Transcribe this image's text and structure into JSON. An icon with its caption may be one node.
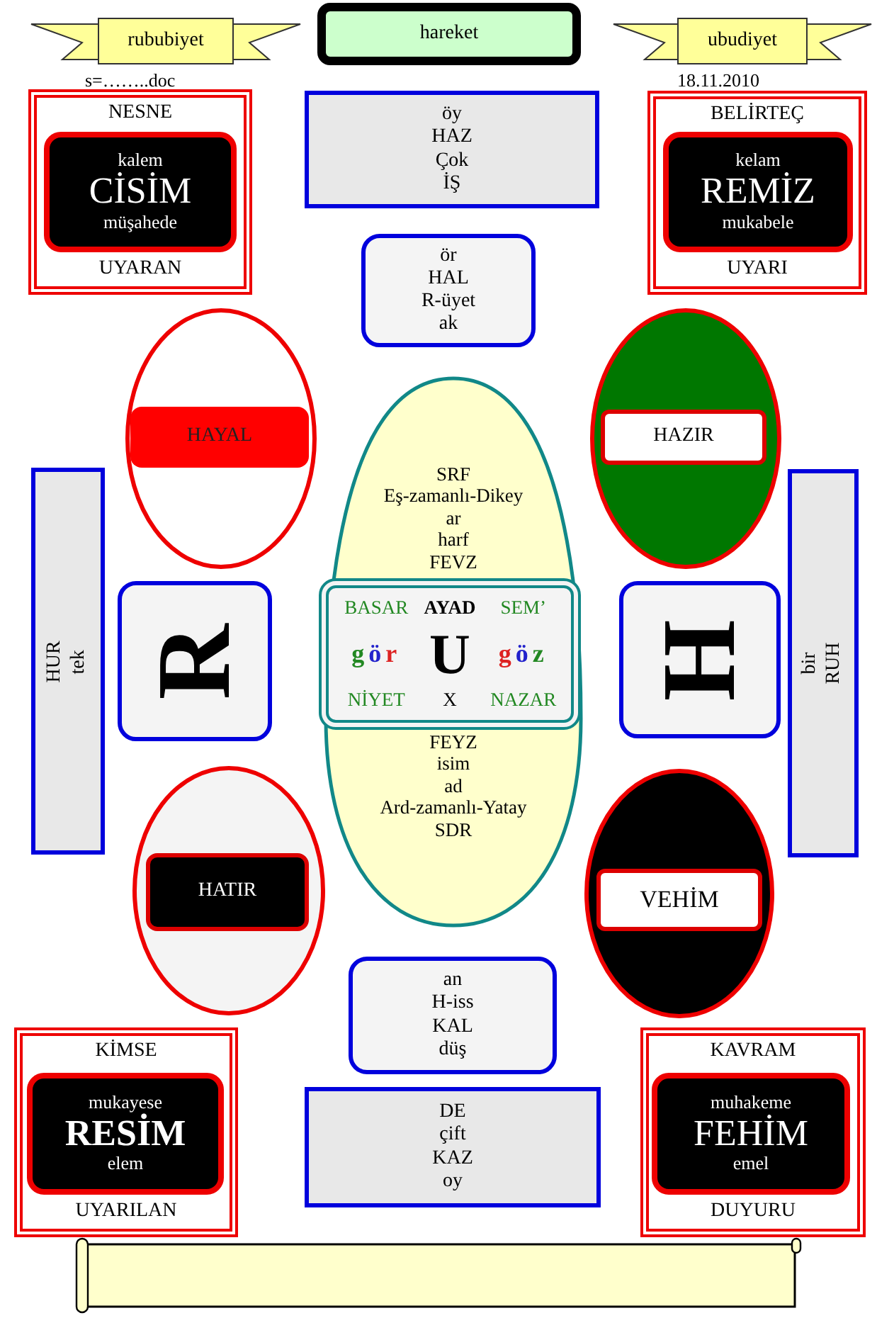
{
  "diagram": {
    "nodes": [
      {
        "text": [
          "rububiyet"
        ]
      },
      {
        "text": [
          "hareket"
        ]
      },
      {
        "text": [
          "ubudiyet"
        ]
      },
      {
        "text": [
          "NESNE",
          "UYARAN"
        ]
      },
      {
        "text": [
          "kalem",
          "CİSİM",
          "müşahede"
        ],
        "in": 3
      },
      {
        "text": [
          "öy",
          "HAZ",
          "Çok",
          "İŞ"
        ]
      },
      {
        "text": [
          "BELİRTEÇ",
          "UYARI"
        ]
      },
      {
        "text": [
          "kelam",
          "REMİZ",
          "mukabele"
        ],
        "in": 6
      },
      {
        "text": [
          "ör",
          "HAL",
          "R-üyet",
          "ak"
        ]
      },
      {
        "text": [],
        "shape": "ellipse"
      },
      {
        "text": [
          "HAYAL"
        ],
        "in": 9
      },
      {
        "text": [],
        "shape": "ellipse"
      },
      {
        "text": [
          "HAZIR"
        ],
        "in": 11
      },
      {
        "text": [
          "SRF",
          "Eş-zamanlı-Dikey",
          "ar",
          "harf",
          "FEVZ",
          "FEYZ",
          "isim",
          "ad",
          "Ard-zamanlı-Yatay",
          "SDR"
        ]
      },
      {
        "text": [
          "HUR",
          "tek"
        ]
      },
      {
        "text": [
          "R"
        ]
      },
      {
        "text": [
          "BASAR",
          "AYAD",
          "SEM’",
          "gör",
          "U",
          "göz",
          "NİYET",
          "X",
          "NAZAR"
        ],
        "in": 13
      },
      {
        "text": [
          "H"
        ]
      },
      {
        "text": [
          "bir",
          "RUH"
        ]
      },
      {
        "text": [],
        "shape": "ellipse"
      },
      {
        "text": [
          "HATIR"
        ],
        "in": 19
      },
      {
        "text": [],
        "shape": "ellipse"
      },
      {
        "text": [
          "VEHİM"
        ],
        "in": 21
      },
      {
        "text": [
          "an",
          "H-iss",
          "KAL",
          "düş"
        ]
      },
      {
        "text": [
          "KİMSE",
          "UYARILAN"
        ]
      },
      {
        "text": [
          "mukayese",
          "RESİM",
          "elem"
        ],
        "in": 24
      },
      {
        "text": [
          "DE",
          "çift",
          "KAZ",
          "oy"
        ]
      },
      {
        "text": [
          "KAVRAM",
          "DUYURU"
        ]
      },
      {
        "text": [
          "muhakeme",
          "FEHİM",
          "emel"
        ],
        "in": 27
      },
      {
        "text": [],
        "shape": "scroll"
      }
    ],
    "labels": [
      "s=……..doc",
      "18.11.2010"
    ]
  }
}
